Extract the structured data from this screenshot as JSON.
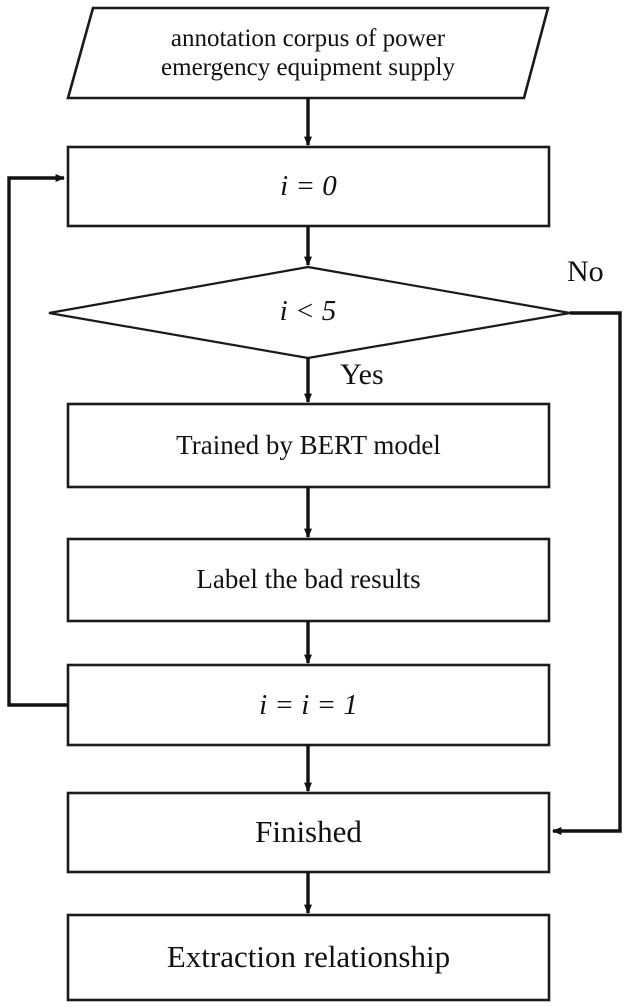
{
  "diagram": {
    "type": "flowchart",
    "title": "BERT iterative annotation and relationship extraction flowchart",
    "background_color": "#ffffff",
    "line_color": "#1a1a1a",
    "text_color": "#111111"
  },
  "nodes": [
    {
      "id": "input-corpus",
      "shape": "parallelogram",
      "role": "input",
      "text": "annotation corpus of power\nemergency equipment supply"
    },
    {
      "id": "init-counter",
      "shape": "rectangle",
      "role": "process",
      "text": "i = 0"
    },
    {
      "id": "loop-condition",
      "shape": "diamond",
      "role": "decision",
      "text": "i  <  5"
    },
    {
      "id": "train-bert",
      "shape": "rectangle",
      "role": "process",
      "text": "Trained by BERT model"
    },
    {
      "id": "label-bad-results",
      "shape": "rectangle",
      "role": "process",
      "text": "Label the bad results"
    },
    {
      "id": "increment-counter",
      "shape": "rectangle",
      "role": "process",
      "text": "i = i = 1"
    },
    {
      "id": "finished",
      "shape": "rectangle",
      "role": "process",
      "text": "Finished"
    },
    {
      "id": "extraction-relationship",
      "shape": "rectangle",
      "role": "process",
      "text": "Extraction relationship"
    }
  ],
  "edges": [
    {
      "id": "e-input-to-init",
      "from": "input-corpus",
      "to": "init-counter",
      "label": ""
    },
    {
      "id": "e-init-to-condition",
      "from": "init-counter",
      "to": "loop-condition",
      "label": ""
    },
    {
      "id": "e-condition-yes",
      "from": "loop-condition",
      "to": "train-bert",
      "label": "Yes"
    },
    {
      "id": "e-condition-no",
      "from": "loop-condition",
      "to": "finished",
      "label": "No"
    },
    {
      "id": "e-train-to-label",
      "from": "train-bert",
      "to": "label-bad-results",
      "label": ""
    },
    {
      "id": "e-label-to-increment",
      "from": "label-bad-results",
      "to": "increment-counter",
      "label": ""
    },
    {
      "id": "e-increment-to-init",
      "from": "increment-counter",
      "to": "init-counter",
      "label": ""
    },
    {
      "id": "e-increment-to-finished",
      "from": "increment-counter",
      "to": "finished",
      "label": ""
    },
    {
      "id": "e-finished-to-extraction",
      "from": "finished",
      "to": "extraction-relationship",
      "label": ""
    }
  ]
}
